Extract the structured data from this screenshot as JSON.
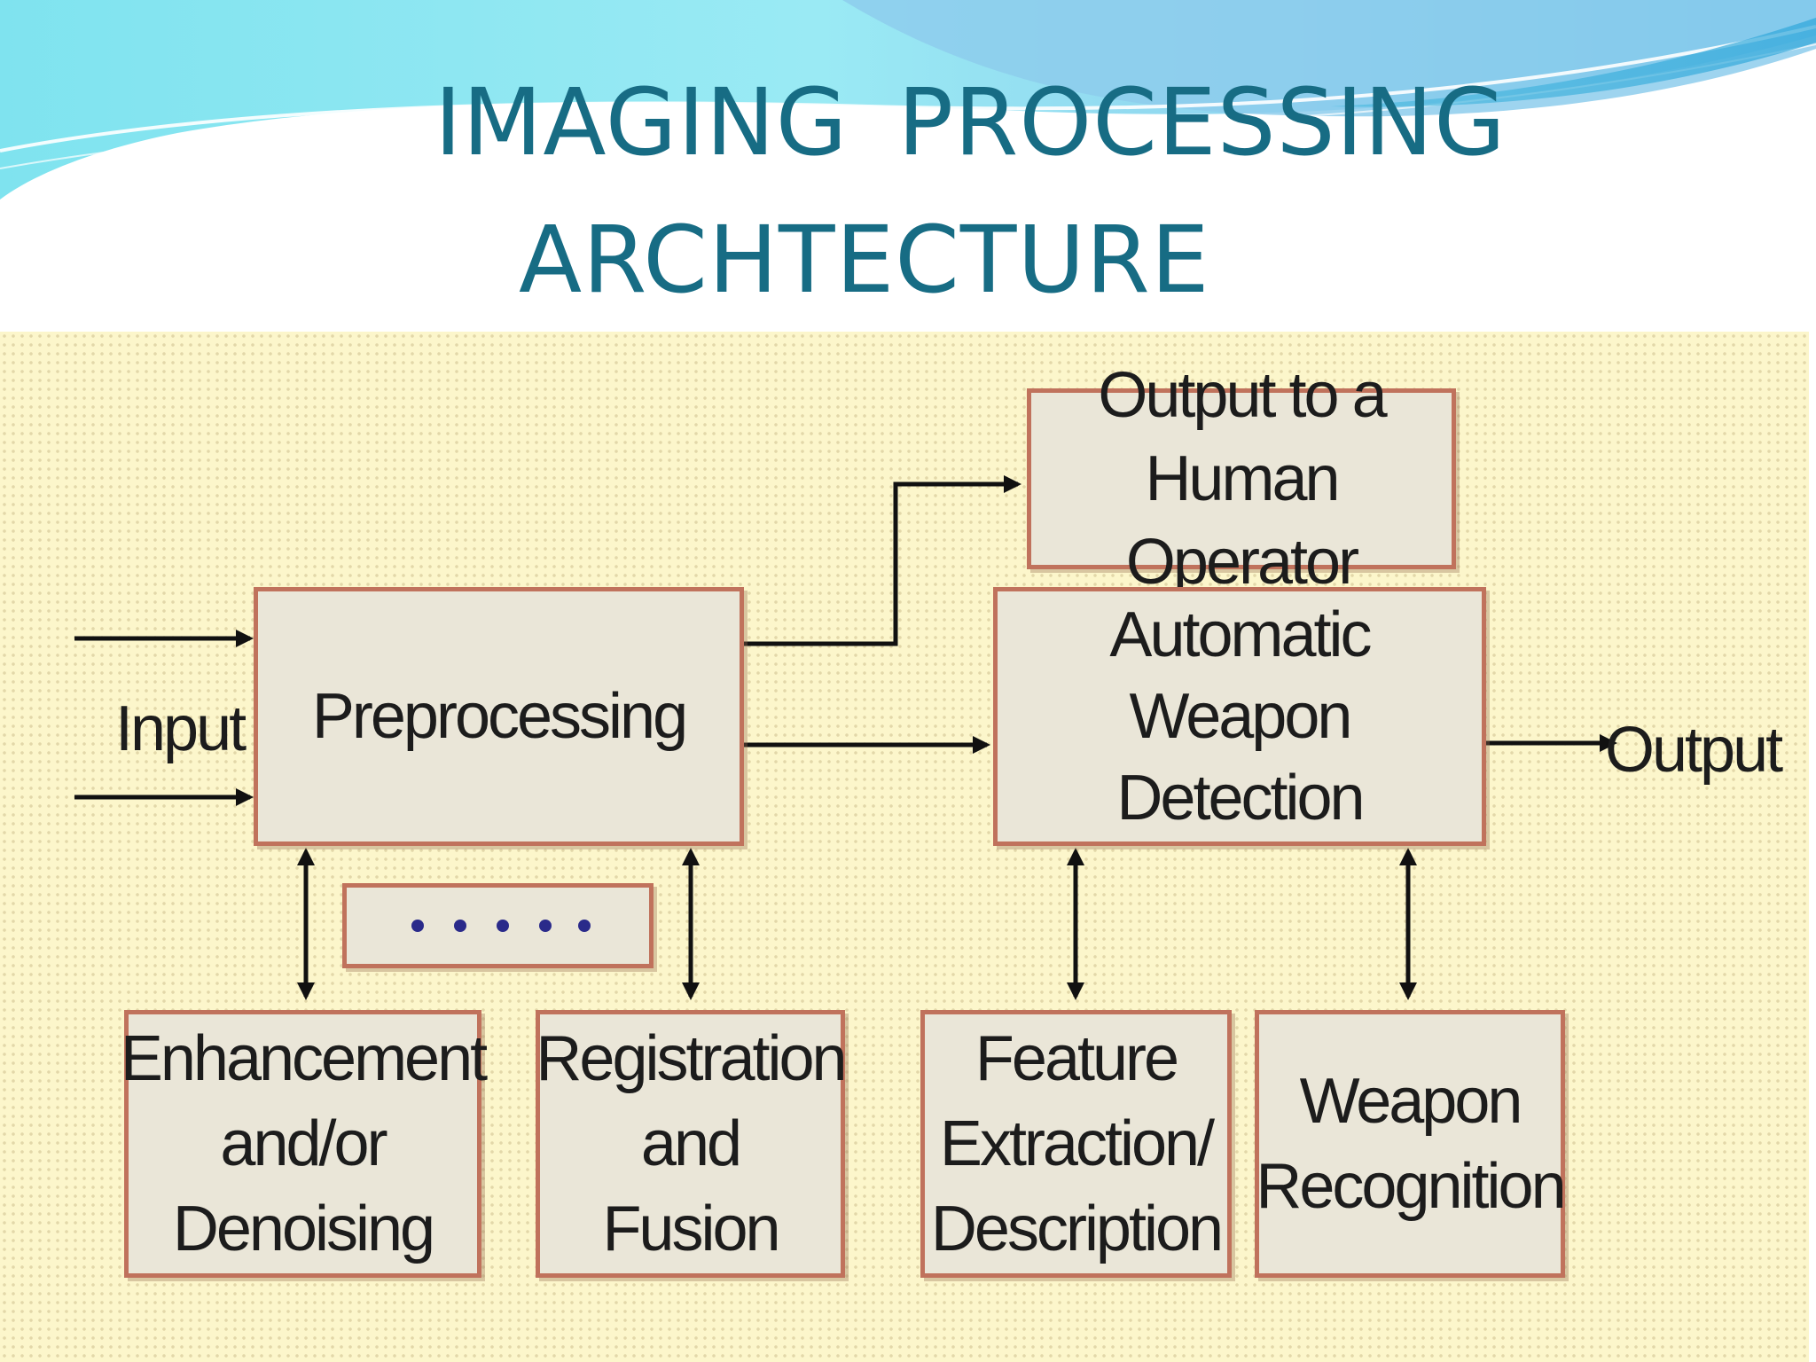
{
  "title": {
    "line1": "IMAGING  PROCESSING",
    "line2": "ARCHTECTURE"
  },
  "colors": {
    "title": "#176c84",
    "panel_background": "#fcf6cb",
    "block_fill": "#eae6d8",
    "block_border": "#c0725c",
    "arrow": "#111111",
    "ellipsis_dots": "#2a2a8a"
  },
  "diagram": {
    "input_label": "Input",
    "output_label": "Output",
    "blocks": {
      "preprocessing": "Preprocessing",
      "human_operator": "Output to a\nHuman Operator",
      "weapon_detection": "Automatic\nWeapon\nDetection",
      "enhancement": "Enhancement\nand/or\nDenoising",
      "registration": "Registration\nand\nFusion",
      "feature_extraction": "Feature\nExtraction/\nDescription",
      "weapon_recognition": "Weapon\nRecognition"
    }
  }
}
